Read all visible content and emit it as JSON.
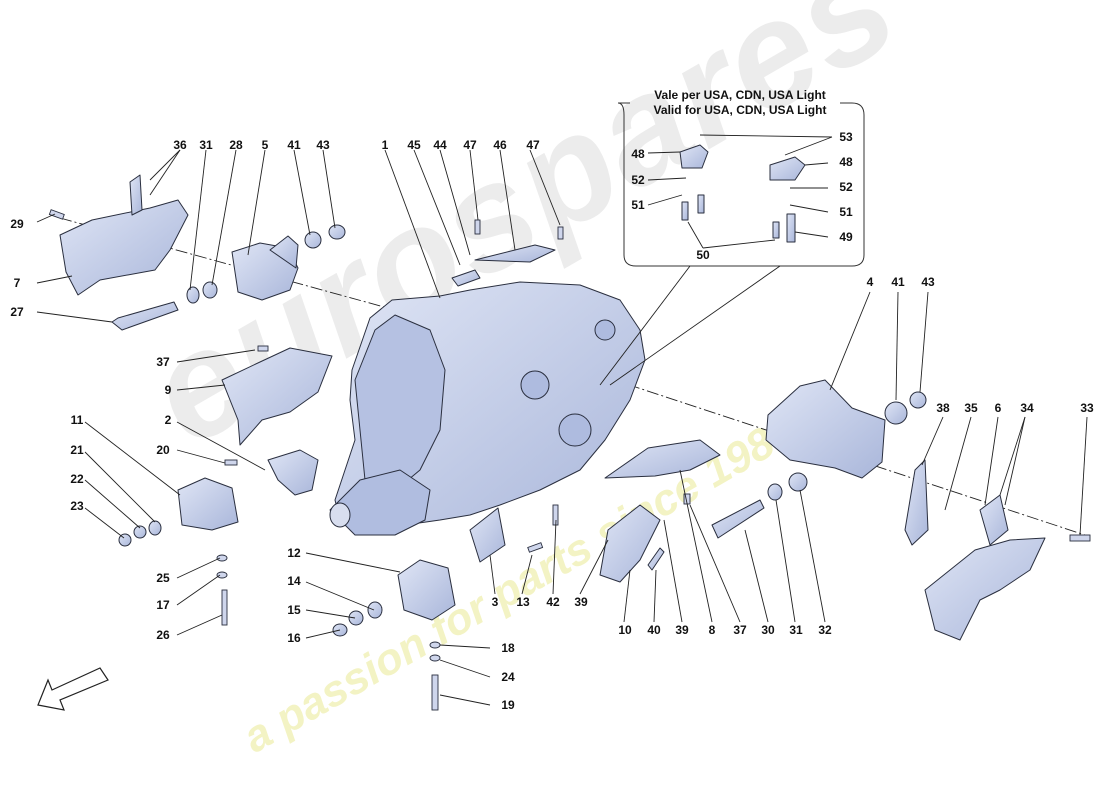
{
  "inset": {
    "title_line1": "Vale per USA, CDN, USA Light",
    "title_line2": "Valid for USA, CDN, USA Light"
  },
  "watermark": {
    "brand": "eurospares",
    "tagline": "a passion for parts since 1985"
  },
  "callouts": {
    "c1": "1",
    "c2": "2",
    "c3": "3",
    "c4": "4",
    "c5": "5",
    "c6": "6",
    "c7": "7",
    "c8": "8",
    "c9": "9",
    "c10": "10",
    "c11": "11",
    "c12": "12",
    "c13": "13",
    "c14": "14",
    "c15": "15",
    "c16": "16",
    "c17": "17",
    "c18": "18",
    "c19": "19",
    "c20": "20",
    "c21": "21",
    "c22": "22",
    "c23": "23",
    "c24": "24",
    "c25": "25",
    "c26": "26",
    "c27": "27",
    "c28": "28",
    "c29": "29",
    "c30": "30",
    "c31a": "31",
    "c31b": "31",
    "c32": "32",
    "c33": "33",
    "c34": "34",
    "c35": "35",
    "c36": "36",
    "c37a": "37",
    "c37b": "37",
    "c38": "38",
    "c39a": "39",
    "c39b": "39",
    "c40": "40",
    "c41a": "41",
    "c41b": "41",
    "c42": "42",
    "c43a": "43",
    "c43b": "43",
    "c44": "44",
    "c45": "45",
    "c46": "46",
    "c47a": "47",
    "c47b": "47",
    "c48a": "48",
    "c48b": "48",
    "c49": "49",
    "c50": "50",
    "c51a": "51",
    "c51b": "51",
    "c52a": "52",
    "c52b": "52",
    "c53": "53"
  },
  "colors": {
    "part_fill": "#c9d2ea",
    "part_shade": "#9eabd1",
    "part_stroke": "#2a2f3f",
    "watermark": "#e8e8e8",
    "watermark_tagline": "#f1f1c8"
  }
}
